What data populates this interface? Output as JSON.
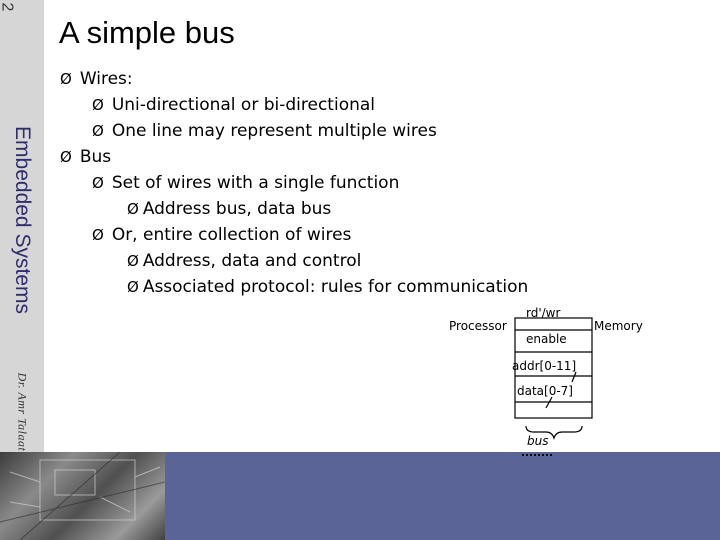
{
  "slide": {
    "number": "2",
    "title": "A simple bus",
    "side_title": "Embedded Systems",
    "author": "Dr. Amr Talaat"
  },
  "arrow_glyph": "Ø",
  "bullets": [
    {
      "level": 1,
      "text": "Wires:"
    },
    {
      "level": 2,
      "text": "Uni-directional or bi-directional"
    },
    {
      "level": 2,
      "text": "One line may represent multiple wires"
    },
    {
      "level": 1,
      "text": "Bus"
    },
    {
      "level": 2,
      "text": "Set of wires with a single function"
    },
    {
      "level": 3,
      "text": "Address bus, data bus"
    },
    {
      "level": 2,
      "text": "Or, entire collection of wires"
    },
    {
      "level": 3,
      "text": "Address, data and control"
    },
    {
      "level": 3,
      "text": "Associated protocol: rules for communication"
    }
  ],
  "diagram": {
    "processor": "Processor",
    "memory": "Memory",
    "rdwr": "rd'/wr",
    "enable": "enable",
    "addr": "addr[0-11]",
    "data": "data[0-7]",
    "bus": "bus"
  },
  "colors": {
    "sidebar": "#d6d6d6",
    "band": "#5b6496",
    "side_title": "#2e2e6e"
  }
}
